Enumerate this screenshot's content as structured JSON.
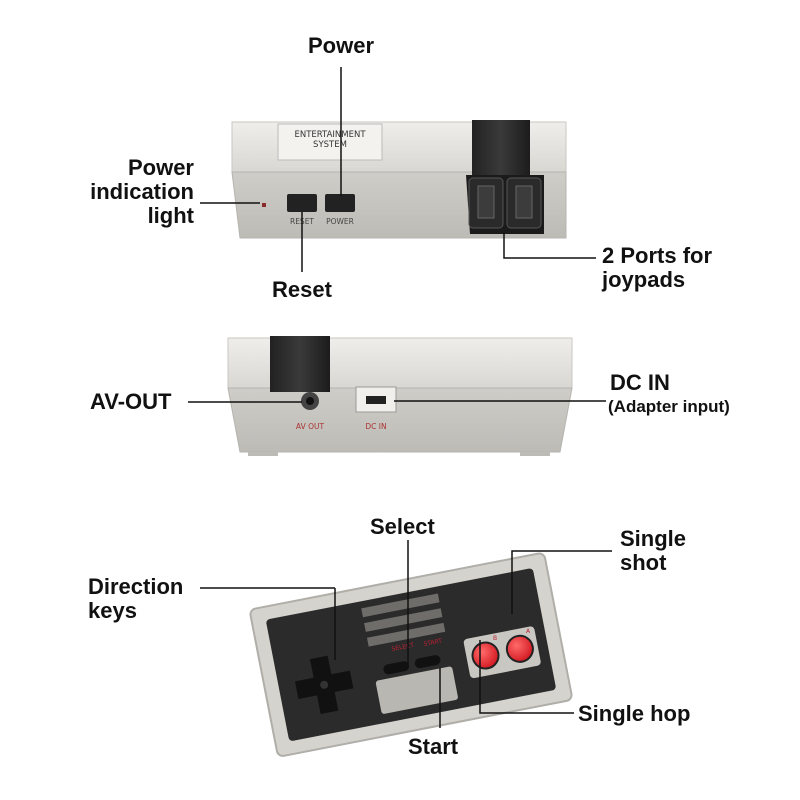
{
  "top_console": {
    "sticker_line1": "ENTERTAINMENT",
    "sticker_line2": "SYSTEM",
    "reset_tag": "RESET",
    "power_tag": "POWER"
  },
  "back_console": {
    "av_tag": "AV OUT",
    "dc_tag": "DC IN"
  },
  "callouts": {
    "power": "Power",
    "indicator_line1": "Power",
    "indicator_line2": "indication",
    "indicator_line3": "light",
    "reset": "Reset",
    "ports_line1": "2 Ports for",
    "ports_line2": "joypads",
    "av_out": "AV-OUT",
    "dc_in": "DC IN",
    "dc_in_sub": "(Adapter input)",
    "select": "Select",
    "start": "Start",
    "direction_line1": "Direction",
    "direction_line2": "keys",
    "single_shot_line1": "Single",
    "single_shot_line2": "shot",
    "single_hop": "Single hop"
  },
  "controller": {
    "select_tag": "SELECT",
    "start_tag": "START",
    "b_tag": "B",
    "a_tag": "A"
  },
  "colors": {
    "shell": "#e4e2dd",
    "panel": "#d6d4cf",
    "dark": "#2a2a2a",
    "red": "#e8262f",
    "line": "#111111"
  }
}
